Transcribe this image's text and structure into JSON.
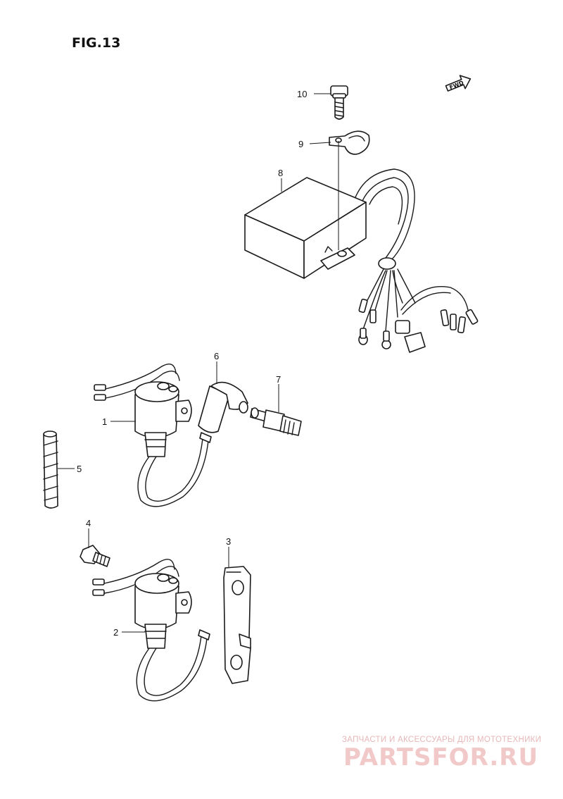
{
  "figure": {
    "title": "FIG.13"
  },
  "fwd_label": "FWD",
  "callouts": [
    {
      "id": "1",
      "label": "1"
    },
    {
      "id": "2",
      "label": "2"
    },
    {
      "id": "3",
      "label": "3"
    },
    {
      "id": "4",
      "label": "4"
    },
    {
      "id": "5",
      "label": "5"
    },
    {
      "id": "6",
      "label": "6"
    },
    {
      "id": "7",
      "label": "7"
    },
    {
      "id": "8",
      "label": "8"
    },
    {
      "id": "9",
      "label": "9"
    },
    {
      "id": "10",
      "label": "10"
    }
  ],
  "watermark": {
    "tagline": "ЗАПЧАСТИ И АКСЕССУАРЫ ДЛЯ МОТОТЕХНИКИ",
    "brand": "PARTSFOR.RU",
    "color": "#e8a5a5"
  }
}
